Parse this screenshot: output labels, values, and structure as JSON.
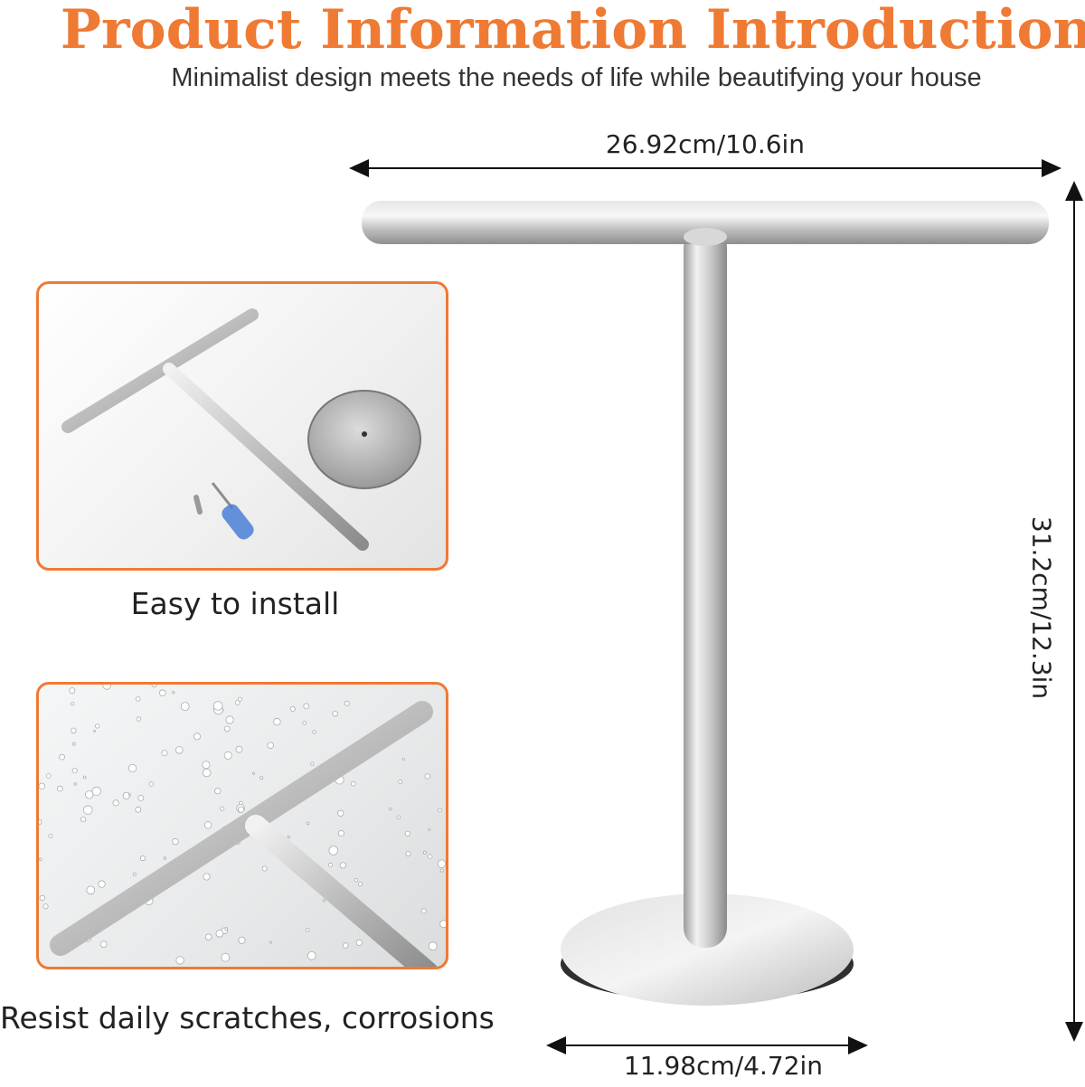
{
  "header": {
    "title": "Product Information Introduction",
    "subtitle": "Minimalist design meets the needs of life while beautifying your house"
  },
  "dimensions": {
    "width": "26.92cm/10.6in",
    "height": "31.2cm/12.3in",
    "base": "11.98cm/4.72in"
  },
  "features": [
    {
      "caption": "Easy to install"
    },
    {
      "caption": "Resist daily scratches, corrosions"
    }
  ],
  "colors": {
    "accent": "#ef7a34",
    "steel": "#c9c9c9",
    "steel_dark": "#9a9a9a",
    "screwdriver": "#4a7fd6"
  }
}
